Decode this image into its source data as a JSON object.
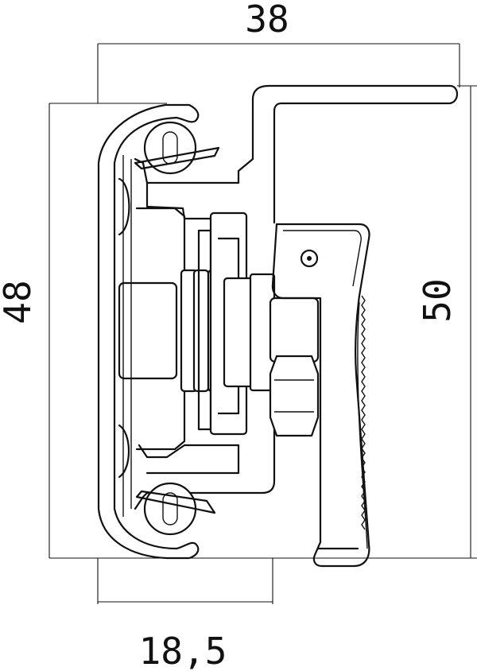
{
  "dimensions": {
    "top_width": "38",
    "left_height": "48",
    "right_height": "50",
    "bottom_width": "18,5"
  }
}
